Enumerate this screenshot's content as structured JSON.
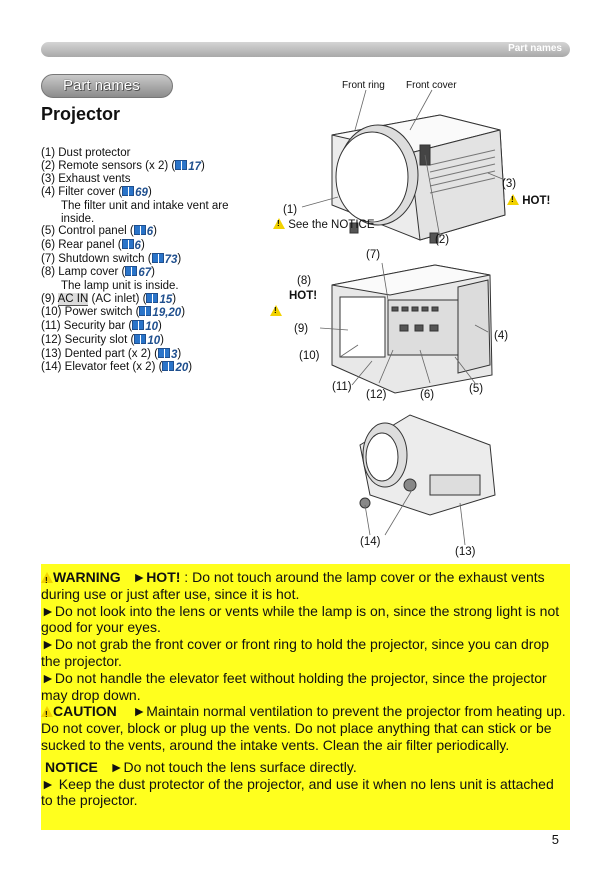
{
  "header": {
    "section": "Part names"
  },
  "section_pill": "Part names",
  "title": "Projector",
  "parts_list": [
    {
      "text": "(1) Dust protector"
    },
    {
      "text": "(2) Remote sensors (x 2) (",
      "ref": "17",
      "tail": ")"
    },
    {
      "text": "(3) Exhaust vents"
    },
    {
      "text": "(4) Filter cover (",
      "ref": "69",
      "tail": ")"
    },
    {
      "text": "The filter unit and intake vent are",
      "indent": true
    },
    {
      "text": "inside.",
      "indent": true
    },
    {
      "text": "(5) Control panel (",
      "ref": "6",
      "tail": ")"
    },
    {
      "text": "(6) Rear panel (",
      "ref": "6",
      "tail": ")"
    },
    {
      "text": "(7) Shutdown switch (",
      "ref": "73",
      "tail": ")"
    },
    {
      "text": "(8) Lamp cover (",
      "ref": "67",
      "tail": ")"
    },
    {
      "text": "The lamp unit is inside.",
      "indent": true
    },
    {
      "text": "(9) ",
      "acin": "AC IN",
      "text2": " (AC inlet) (",
      "ref": "15",
      "tail": ")"
    },
    {
      "text": "(10) Power switch (",
      "ref": "19,20",
      "tail": ")"
    },
    {
      "text": "(11) Security bar (",
      "ref": "10",
      "tail": ")"
    },
    {
      "text": "(12) Security slot (",
      "ref": "10",
      "tail": ")"
    },
    {
      "text": "(13) Dented part (x 2) (",
      "ref": "3",
      "tail": ")"
    },
    {
      "text": "(14) Elevator feet (x 2) (",
      "ref": "20",
      "tail": ")"
    }
  ],
  "figure": {
    "front_ring": "Front ring",
    "front_cover": "Front cover",
    "n1": "(1)",
    "see_notice": "See the NOTICE",
    "n2": "(2)",
    "n3": "(3)",
    "hot1": "HOT!",
    "n4": "(4)",
    "n5": "(5)",
    "n6": "(6)",
    "n7": "(7)",
    "n8": "(8)",
    "hot2": "HOT!",
    "n9": "(9)",
    "n10": "(10)",
    "n11": "(11)",
    "n12": "(12)",
    "n13": "(13)",
    "n14": "(14)"
  },
  "warning": {
    "label": "WARNING",
    "hot": "►HOT!",
    "p1": " : Do not touch around the lamp cover or the exhaust vents during use or just after use, since it is hot.",
    "p2": "►Do not look into the lens or vents while the lamp is on, since the strong light is not good for your eyes.",
    "p3": "►Do not grab the front cover or front ring to hold the projector, since you can drop the projector.",
    "p4": "►Do not handle the elevator feet without holding the projector, since the projector may drop down."
  },
  "caution": {
    "label": "CAUTION",
    "p1": "►Maintain normal ventilation to prevent the projector from heating up. Do not cover, block or plug up the vents. Do not place anything that can stick or be sucked to the vents, around the intake vents. Clean the air filter periodically."
  },
  "notice": {
    "label": "NOTICE",
    "p1": "►Do not touch the lens surface directly.",
    "p2": "► Keep the dust protector of the projector, and use it when no lens unit is attached to the projector."
  },
  "page_number": "5"
}
